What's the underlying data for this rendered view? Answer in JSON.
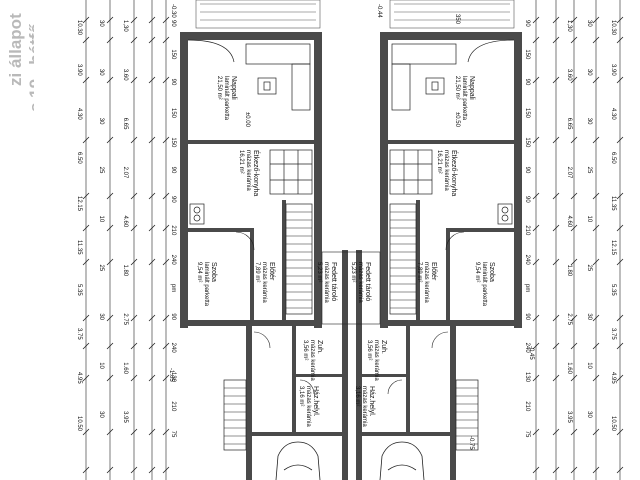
{
  "side_caption": {
    "line1": "zi állapot",
    "line2": "s 19., hétfő"
  },
  "colors": {
    "wall": "#4a4a4a",
    "line": "#111111",
    "caption": "#b9b9b9",
    "background": "#ffffff"
  },
  "top_levels": {
    "left": "-0.30",
    "right": "-0.44",
    "right_stair": "350"
  },
  "left_unit": {
    "rooms": [
      {
        "name": "Nappali",
        "sub": "laminált parketta",
        "area": "21,50 m²",
        "level": "±0.00"
      },
      {
        "name": "Étkező-konyha",
        "sub": "mázas kerámia",
        "area": "16,21 m²"
      },
      {
        "name": "Szoba",
        "sub": "laminált parketta",
        "area": "9,54 m²"
      },
      {
        "name": "Előtér",
        "sub": "mázas kerámia",
        "area": "7,89 m²"
      },
      {
        "name": "Fedett tároló",
        "sub": "mázas kerámia",
        "area": "5,23 m²"
      },
      {
        "name": "Zuh.",
        "sub": "mázas kerámia",
        "area": "3,56 m²"
      },
      {
        "name": "Ház.helyl.",
        "sub": "mázas kerámia",
        "area": "3,16 m²"
      }
    ]
  },
  "right_unit": {
    "rooms": [
      {
        "name": "Nappali",
        "sub": "laminált parketta",
        "area": "21,50 m²",
        "level": "±0.50"
      },
      {
        "name": "Étkező-konyha",
        "sub": "mázas kerámia",
        "area": "16,21 m²"
      },
      {
        "name": "Szoba",
        "sub": "laminált parketta",
        "area": "9,54 m²"
      },
      {
        "name": "Előtér",
        "sub": "mázas kerámia",
        "area": "7,89 m²"
      },
      {
        "name": "Fedett tároló",
        "sub": "mázas kerámia",
        "area": "5,23 m²"
      },
      {
        "name": "Zuh.",
        "sub": "mázas kerámia",
        "area": "3,56 m²"
      },
      {
        "name": "Ház.helyl.",
        "sub": "mázas kerámia",
        "area": "3,16 m²"
      }
    ]
  },
  "dims": {
    "outer_left_1": [
      "10.30",
      "3.90",
      "4.30",
      "6.50",
      "12.15",
      "11.35",
      "5.35",
      "3.75",
      "4.95",
      "10.50"
    ],
    "outer_left_2": [
      "1,30",
      "3.60",
      "6.65",
      "2.07",
      "4.60",
      "1.80",
      "2.75",
      "1.60",
      "3.95"
    ],
    "outer_right_1": [
      "10.30",
      "3.90",
      "4.30",
      "6.50",
      "11.35",
      "12.15",
      "5.35",
      "3.75",
      "4.95",
      "10.50"
    ],
    "outer_right_2": [
      "1,30",
      "3.60",
      "6.65",
      "2.07",
      "4.60",
      "1.80",
      "2.75",
      "1.60",
      "3.95"
    ],
    "openings": [
      "90",
      "150",
      "90",
      "150",
      "150",
      "90",
      "90",
      "210",
      "240",
      "pm",
      "90",
      "240",
      "130",
      "210",
      "75"
    ],
    "heights": [
      "30",
      "30",
      "30",
      "25",
      "10",
      "25",
      "30",
      "10",
      "30"
    ],
    "level_right": "-0.45",
    "level_left": "-1.05",
    "level_bottom": "-0.75"
  }
}
